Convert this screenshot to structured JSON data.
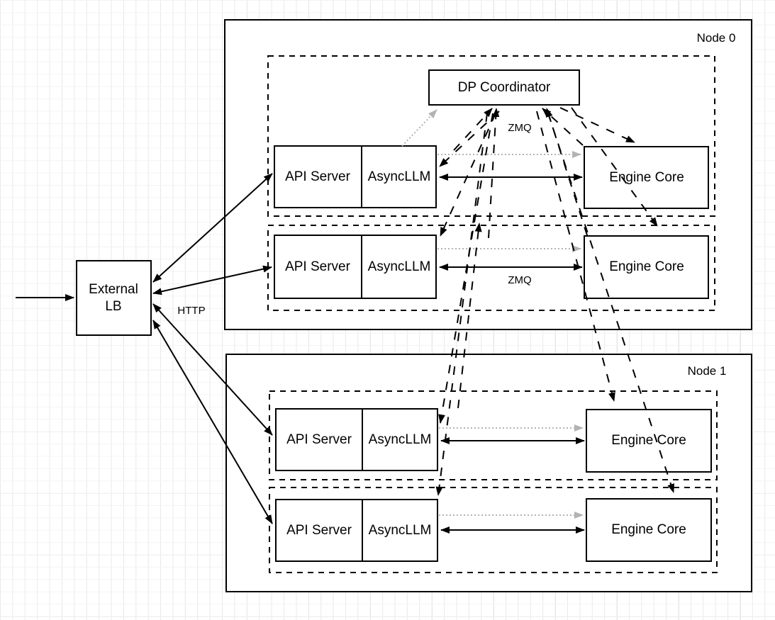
{
  "labels": {
    "external_lb_line1": "External",
    "external_lb_line2": "LB",
    "http": "HTTP",
    "zmq_top": "ZMQ",
    "zmq_row2": "ZMQ",
    "dp_coordinator": "DP Coordinator",
    "node0": "Node 0",
    "node1": "Node 1"
  },
  "node0": {
    "rows": [
      {
        "api_server": "API Server",
        "asyncllm": "AsyncLLM",
        "engine_core": "Engine Core"
      },
      {
        "api_server": "API Server",
        "asyncllm": "AsyncLLM",
        "engine_core": "Engine Core"
      }
    ]
  },
  "node1": {
    "rows": [
      {
        "api_server": "API Server",
        "asyncllm": "AsyncLLM",
        "engine_core": "Engine Core"
      },
      {
        "api_server": "API Server",
        "asyncllm": "AsyncLLM",
        "engine_core": "Engine Core"
      }
    ]
  },
  "colors": {
    "line": "#000000",
    "muted_arrow": "#b3b3b3",
    "box_fill": "#ffffff"
  }
}
